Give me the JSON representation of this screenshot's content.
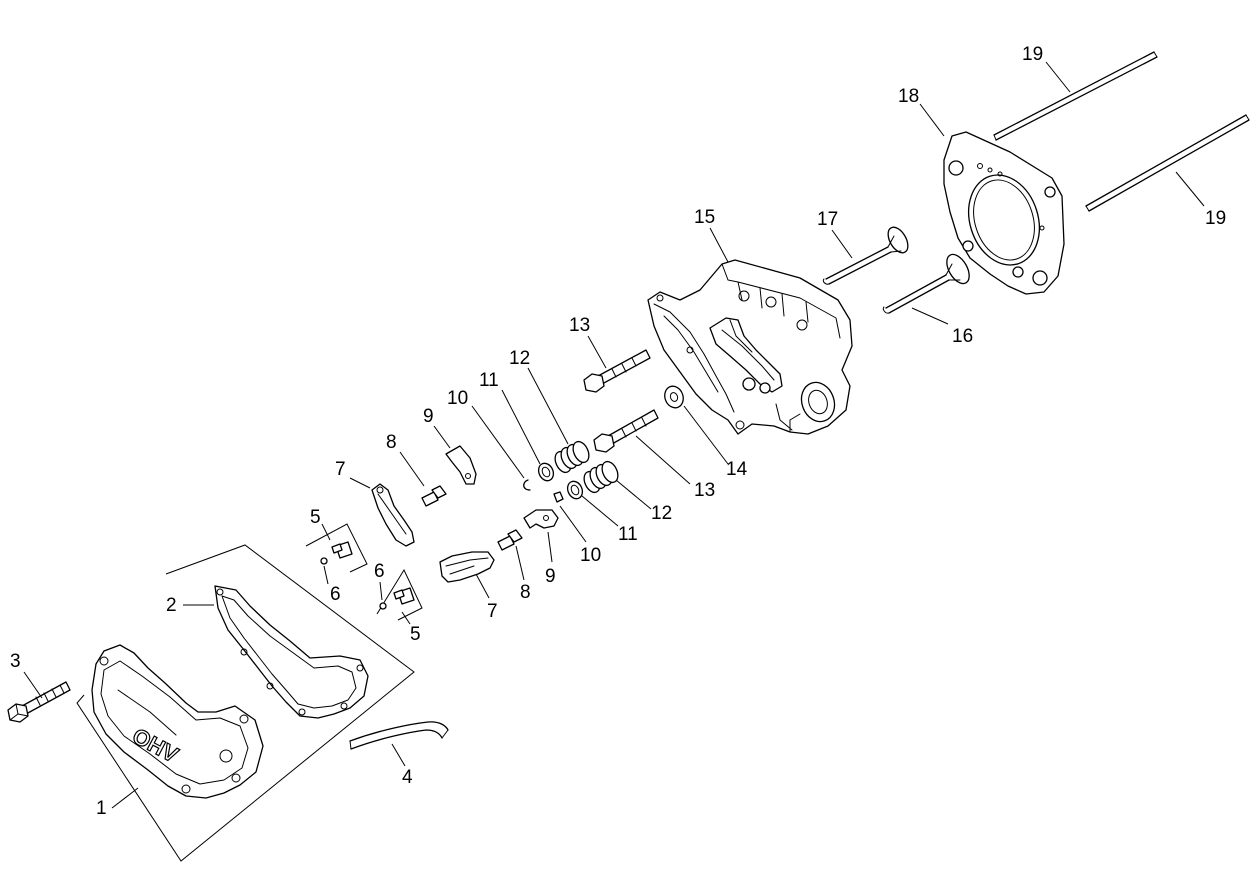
{
  "parts": [
    {
      "id": "1",
      "label": "1"
    },
    {
      "id": "2",
      "label": "2"
    },
    {
      "id": "3",
      "label": "3"
    },
    {
      "id": "4",
      "label": "4"
    },
    {
      "id": "5a",
      "label": "5"
    },
    {
      "id": "5b",
      "label": "5"
    },
    {
      "id": "6a",
      "label": "6"
    },
    {
      "id": "6b",
      "label": "6"
    },
    {
      "id": "7a",
      "label": "7"
    },
    {
      "id": "7b",
      "label": "7"
    },
    {
      "id": "8a",
      "label": "8"
    },
    {
      "id": "8b",
      "label": "8"
    },
    {
      "id": "9a",
      "label": "9"
    },
    {
      "id": "9b",
      "label": "9"
    },
    {
      "id": "10a",
      "label": "10"
    },
    {
      "id": "10b",
      "label": "10"
    },
    {
      "id": "11a",
      "label": "11"
    },
    {
      "id": "11b",
      "label": "11"
    },
    {
      "id": "12a",
      "label": "12"
    },
    {
      "id": "12b",
      "label": "12"
    },
    {
      "id": "13a",
      "label": "13"
    },
    {
      "id": "13b",
      "label": "13"
    },
    {
      "id": "14",
      "label": "14"
    },
    {
      "id": "15",
      "label": "15"
    },
    {
      "id": "16",
      "label": "16"
    },
    {
      "id": "17",
      "label": "17"
    },
    {
      "id": "18",
      "label": "18"
    },
    {
      "id": "19a",
      "label": "19"
    },
    {
      "id": "19b",
      "label": "19"
    }
  ],
  "cover_text": "OHV"
}
